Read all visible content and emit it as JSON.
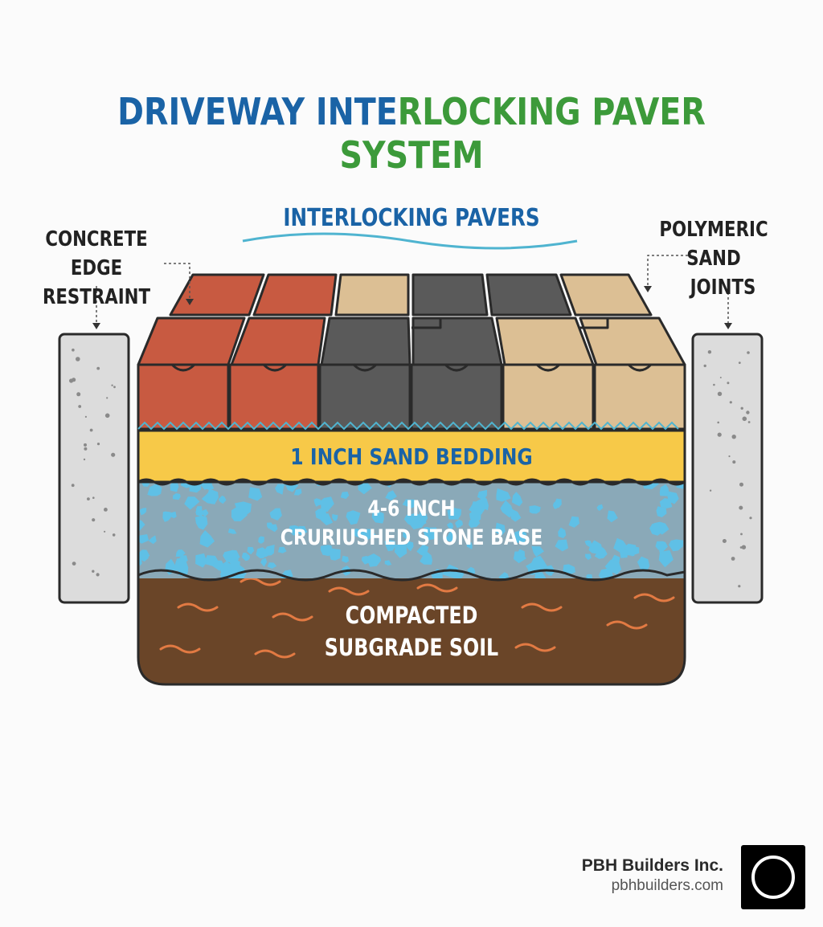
{
  "title": {
    "part1": "DRIVEWAY INTE",
    "part2": "RLOCKING PAVER SYSTEM"
  },
  "labels": {
    "pavers": "INTERLOCKING PAVERS",
    "edge_line1": "CONCRETE EDGE",
    "edge_line2": "RESTRAINT",
    "joints_line1": "POLYMERIC SAND",
    "joints_line2": "JOINTS",
    "sand": "1 INCH SAND BEDDING",
    "stone_line1": "4-6 INCH",
    "stone_line2": "CRURIUSHED STONE BASE",
    "soil_line1": "COMPACTED",
    "soil_line2": "SUBGRADE SOIL"
  },
  "brand": {
    "name": "PBH Builders Inc.",
    "url": "pbhbuilders.com"
  },
  "colors": {
    "title_blue": "#1a63a6",
    "title_green": "#3c9a3a",
    "paver_red": "#c85a41",
    "paver_tan": "#dcbf94",
    "paver_gray": "#5a5a5a",
    "sand": "#f7c948",
    "stone_bg": "#8aa9b8",
    "stone_chip": "#5fc0e6",
    "soil": "#6a4528",
    "soil_worm": "#e27a43",
    "concrete": "#dcdcdc"
  }
}
